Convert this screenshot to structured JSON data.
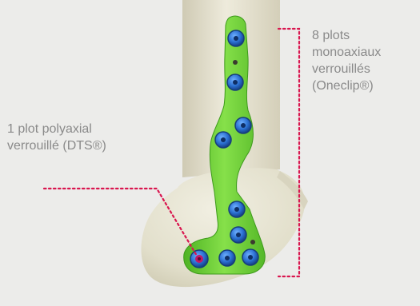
{
  "labels": {
    "monoaxial": {
      "lines": [
        "8 plots",
        "monoaxiaux",
        "verrouillés",
        "(Oneclip®)"
      ]
    },
    "polyaxial": {
      "lines": [
        "1 plot polyaxial",
        "verrouillé (DTS®)"
      ]
    }
  },
  "colors": {
    "background": "#ececea",
    "bone": "#e4e1cf",
    "plate": "#76d33b",
    "screw": "#2a6fd0",
    "polyaxial_screw": "#c0186a",
    "leader_line": "#d9164f",
    "label_text": "#8a8a8a"
  },
  "components": {
    "monoaxial_screw_count": 8,
    "polyaxial_screw_count": 1
  }
}
